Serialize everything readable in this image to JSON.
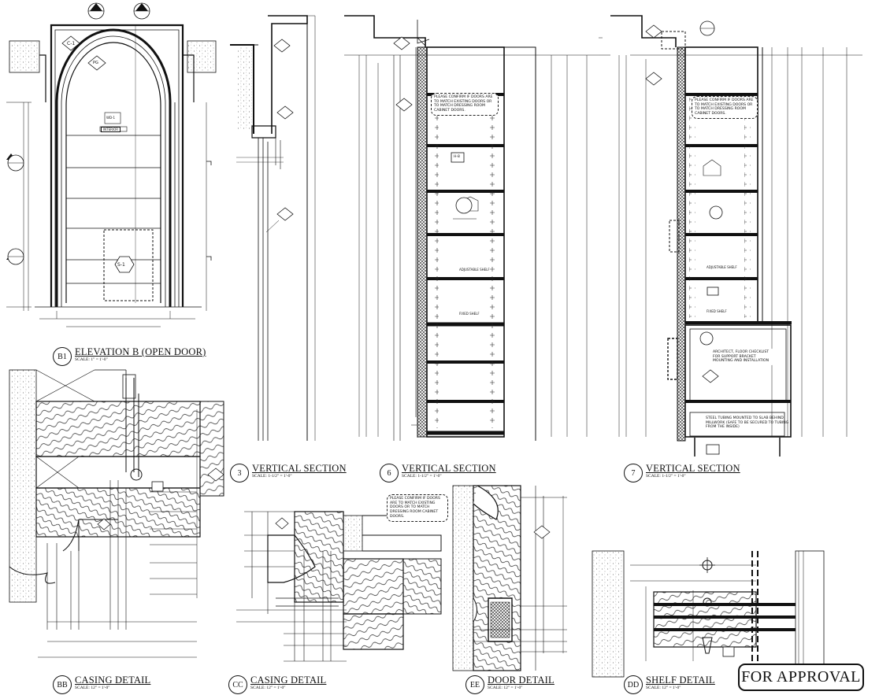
{
  "views": {
    "b1": {
      "id": "B1",
      "title": "ELEVATION B (OPEN DOOR)",
      "scale": "SCALE: 1\" = 1'-0\""
    },
    "v3": {
      "id": "3",
      "title": "VERTICAL SECTION",
      "scale": "SCALE: 1-1/2\" = 1'-0\""
    },
    "v6": {
      "id": "6",
      "title": "VERTICAL SECTION",
      "scale": "SCALE: 1-1/2\" = 1'-0\""
    },
    "v7": {
      "id": "7",
      "title": "VERTICAL SECTION",
      "scale": "SCALE: 1-1/2\" = 1'-0\""
    },
    "bb": {
      "id": "BB",
      "title": "CASING DETAIL",
      "scale": "SCALE: 12\" = 1'-0\""
    },
    "cc": {
      "id": "CC",
      "title": "CASING DETAIL",
      "scale": "SCALE: 12\" = 1'-0\""
    },
    "ee": {
      "id": "EE",
      "title": "DOOR DETAIL",
      "scale": "SCALE: 12\" = 1'-0\""
    },
    "dd": {
      "id": "DD",
      "title": "SHELF DETAIL",
      "scale": "SCALE: 12\" = 1'-0\""
    }
  },
  "stamp": "FOR APPROVAL",
  "tags": {
    "casing": "C-1",
    "paint": "PG",
    "safe": "S-1",
    "hardware": "H-8",
    "wall": "WD-1"
  },
  "notes": {
    "confirm_doors": "PLEASE CONFIRM IF DOORS ARE TO MATCH EXISTING DOORS OR TO MATCH DRESSING ROOM CABINET DOORS.",
    "anchor": "ARCHITECT, FLOOR CHECKLIST FOR SUPPORT BRACKET MOUNTING AND INSTALLATION",
    "tubing": "STEEL TUBING MOUNTED TO SLAB BEHIND MILLWORK (SAFE TO BE SECURED TO TUBING FROM THE INSIDE)"
  },
  "labels": {
    "interior": "INTERIOR",
    "adj_shelf": "ADJUSTABLE SHELF",
    "fixed_shelf": "FIXED SHELF",
    "fixed_shelf_2": "FIXED SHELF",
    "adj_shelf_7": "ADJUSTABLE SHELF"
  }
}
